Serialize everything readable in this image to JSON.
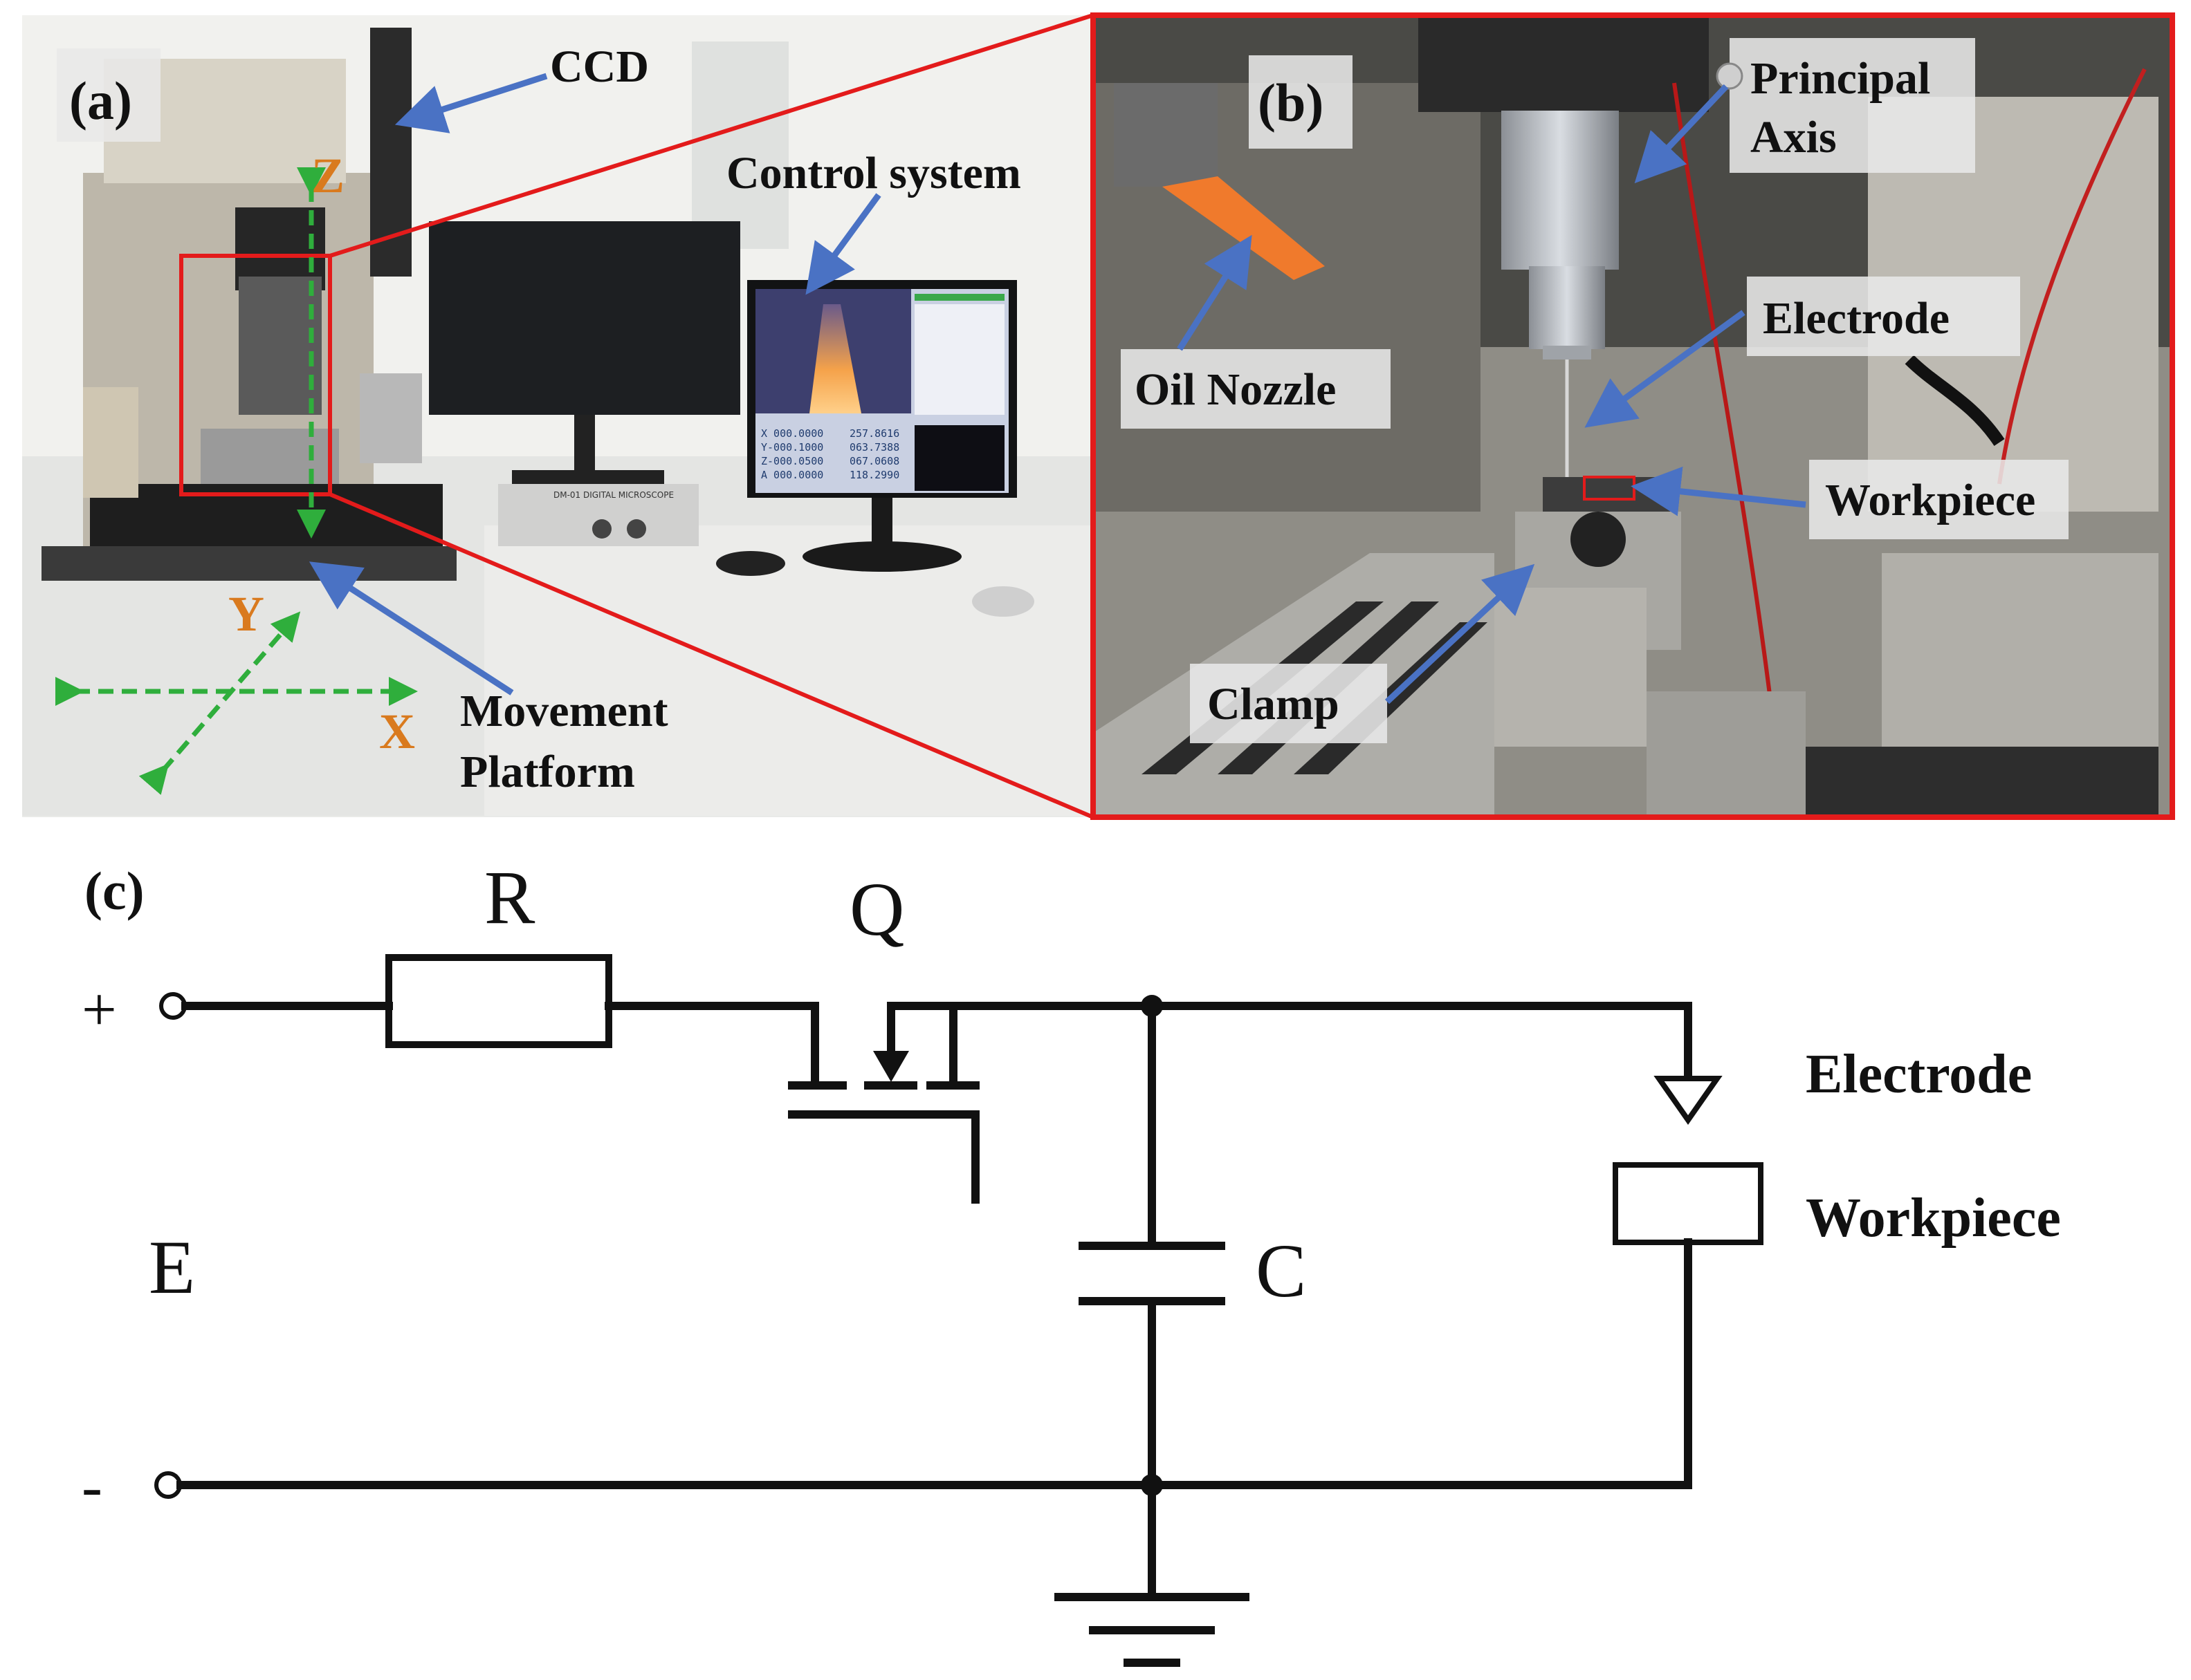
{
  "panel_a": {
    "tag": "(a)",
    "labels": {
      "ccd": "CCD",
      "control_system": "Control system",
      "movement_platform_1": "Movement",
      "movement_platform_2": "Platform"
    },
    "axes": {
      "x": "X",
      "y": "Y",
      "z": "Z"
    },
    "monitor_readout": {
      "left": [
        "X 000.0000",
        "Y-000.1000",
        "Z-000.0500",
        "A 000.0000"
      ],
      "right": [
        "257.8616",
        "063.7388",
        "067.0608",
        "118.2990"
      ]
    },
    "microscope_label": "DM-01 DIGITAL MICROSCOPE"
  },
  "panel_b": {
    "tag": "(b)",
    "labels": {
      "principal_1": "Principal",
      "principal_2": "Axis",
      "electrode": "Electrode",
      "oil_nozzle": "Oil Nozzle",
      "workpiece": "Workpiece",
      "clamp": "Clamp"
    }
  },
  "panel_c": {
    "tag": "(c)",
    "plus": "+",
    "minus": "-",
    "source": "E",
    "resistor": "R",
    "switch": "Q",
    "capacitor": "C",
    "electrode": "Electrode",
    "workpiece": "Workpiece"
  },
  "colors": {
    "callout_arrow": "#4a72c4",
    "axis_arrow": "#2fae3c",
    "axis_label": "#d97a1e",
    "highlight_frame": "#e31b1b",
    "wire": "#111111"
  }
}
